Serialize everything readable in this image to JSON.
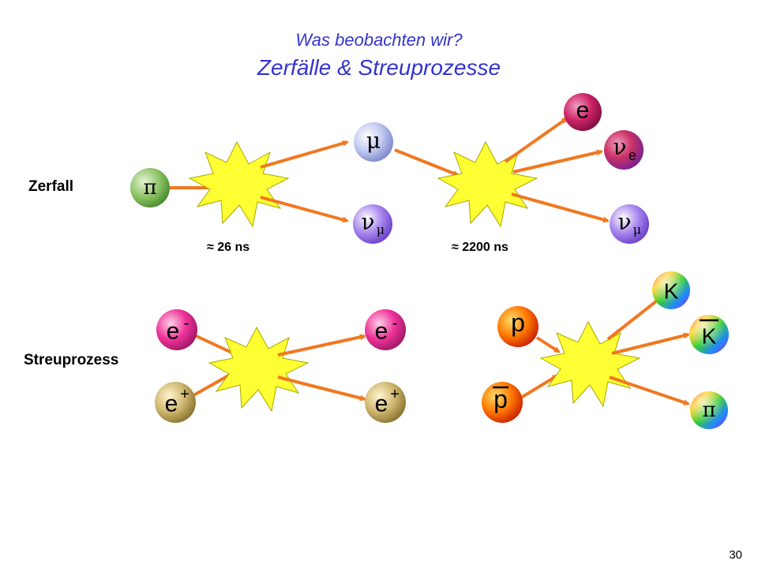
{
  "title": {
    "line1": "Was beobachten wir?",
    "line2": "Zerfälle & Streuprozesse"
  },
  "labels": {
    "decay": "Zerfall",
    "scattering": "Streuprozess"
  },
  "lifetimes": {
    "pion": "≈ 26 ns",
    "muon": "≈ 2200 ns"
  },
  "particles": {
    "pi": "π",
    "mu": "μ",
    "nu": "ν",
    "mu_sub": "μ",
    "e": "e",
    "e_sub": "e",
    "electron": "e",
    "minus": "-",
    "positron": "e",
    "plus": "+",
    "proton": "p",
    "antiproton": "p",
    "kaon": "K",
    "antikaon": "K",
    "pi_final": "π"
  },
  "colors": {
    "title": "#3333cc",
    "arrow": "#f07820",
    "star_fill": "#ffff33",
    "star_stroke": "#aaaa00",
    "pion": "#77bb55",
    "muon": "#b0b8ee",
    "neutrino": "#9966ee",
    "electron_ball": "#cc2266",
    "nu_e": "#cc3366",
    "e_minus": "#ee3399",
    "e_plus": "#c8b066",
    "proton": "#ee6600",
    "rainbow": "#ff4400"
  },
  "page_number": "30"
}
